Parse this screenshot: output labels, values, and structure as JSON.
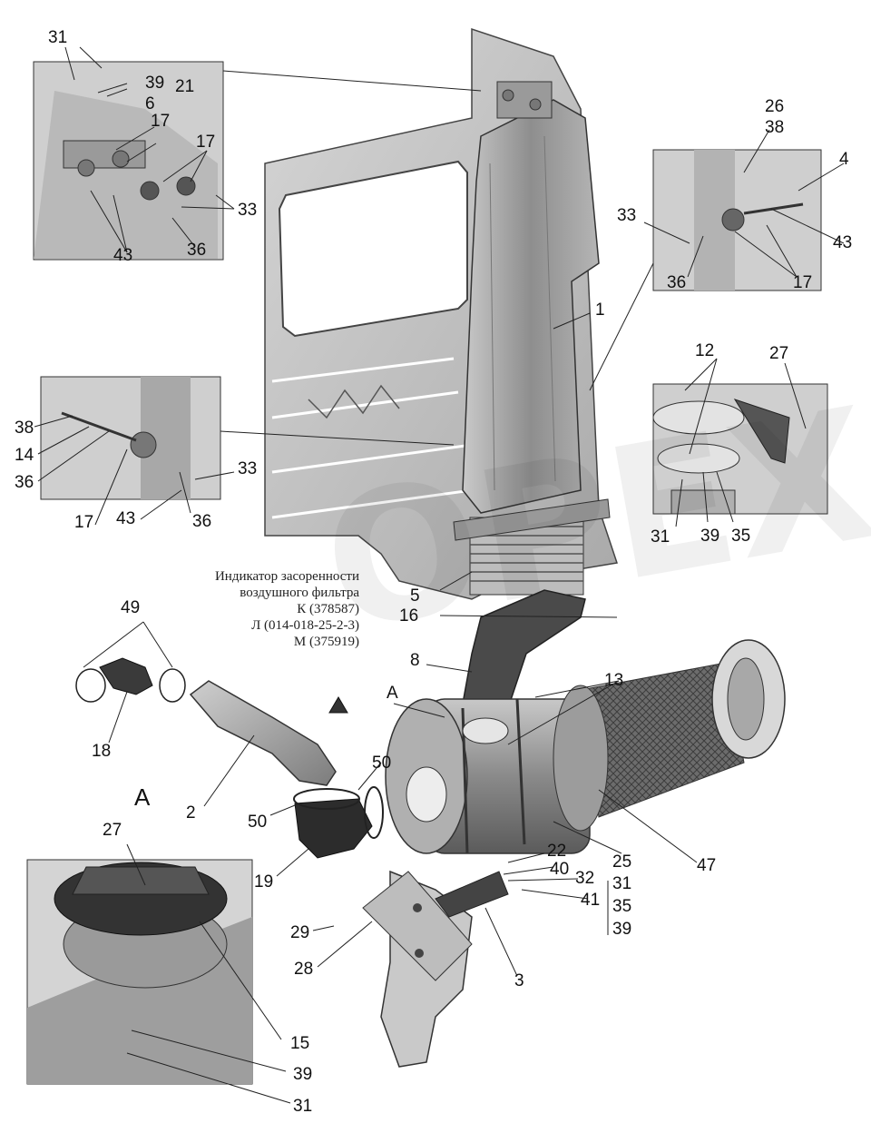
{
  "view_label": "A",
  "indicator_note": {
    "line1": "Индикатор засоренности",
    "line2": "воздушного фильтра",
    "line3": "К (378587)",
    "line4": "Л (014-018-25-2-3)",
    "line5": "М (375919)"
  },
  "watermark": "OPEX",
  "callouts": {
    "tl_31": "31",
    "tl_39": "39",
    "tl_21": "21",
    "tl_6": "6",
    "tl_17a": "17",
    "tl_17b": "17",
    "tl_33": "33",
    "tl_43": "43",
    "tl_36": "36",
    "tr_26": "26",
    "tr_38": "38",
    "tr_4": "4",
    "tr_33": "33",
    "tr_43": "43",
    "tr_36": "36",
    "tr_17": "17",
    "n_1": "1",
    "ml_38": "38",
    "ml_14": "14",
    "ml_36": "36",
    "ml_33": "33",
    "ml_17": "17",
    "ml_43": "43",
    "ml_36b": "36",
    "mr_12": "12",
    "mr_27": "27",
    "mr_31": "31",
    "mr_39": "39",
    "mr_35": "35",
    "n_5": "5",
    "n_16": "16",
    "n_49": "49",
    "n_18": "18",
    "n_8": "8",
    "n_13": "13",
    "n_A": "A",
    "n_2": "2",
    "n_50a": "50",
    "n_50b": "50",
    "n_19": "19",
    "bl_27": "27",
    "bl_15": "15",
    "bl_39": "39",
    "bl_31": "31",
    "n_22": "22",
    "n_40": "40",
    "n_32": "32",
    "n_41": "41",
    "n_25": "25",
    "n_31": "31",
    "n_35": "35",
    "n_39": "39",
    "n_47": "47",
    "n_29": "29",
    "n_28": "28",
    "n_3": "3"
  }
}
